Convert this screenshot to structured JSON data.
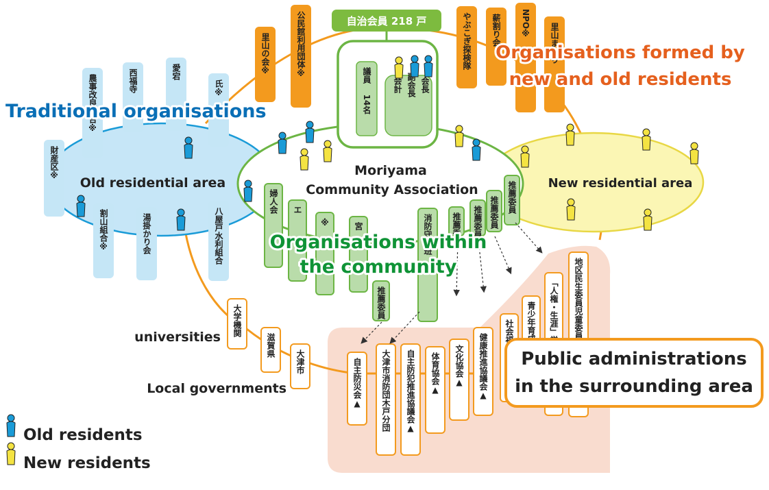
{
  "colors": {
    "orange": "#f39a1e",
    "green_line": "#6cb544",
    "green_box": "#b9dcaa",
    "green_badge": "#7dbb3f",
    "blue_box": "#c5e6f6",
    "blue_ellipse": "#c6e6f7",
    "yellow_ellipse": "#fbf6b4",
    "peach": "#f9dccf",
    "traditional_title": "#0a6fb6",
    "new_old_title": "#e5601e",
    "community_title": "#0f9336",
    "old_resident": "#1a9bd7",
    "new_resident": "#f4e342"
  },
  "headings": {
    "traditional": "Traditional organisations",
    "new_old_line1": "Organisations formed by",
    "new_old_line2": "new and old residents",
    "within_line1": "Organisations within",
    "within_line2": "the community",
    "public_line1": "Public administrations",
    "public_line2": "in the surrounding area"
  },
  "ellipses": {
    "old_area": "Old residential area",
    "new_area": "New residential area",
    "center_line1": "Moriyama",
    "center_line2": "Community Association"
  },
  "labels": {
    "universities": "universities",
    "local_governments": "Local governments"
  },
  "legend": {
    "old": "Old residents",
    "new": "New residents"
  },
  "top_badge": "自治会員 218 戸",
  "council": {
    "members": "議員 14名",
    "members_a": "議員",
    "members_b": "14名",
    "chair": "会長",
    "vice_chair": "副会長",
    "accounting": "会計"
  },
  "traditional_orgs": [
    {
      "text": "財産区※"
    },
    {
      "text": "農事改良組合※"
    },
    {
      "text": "西福寺"
    },
    {
      "text": "愛宕"
    },
    {
      "text": "氏※"
    },
    {
      "text": "割山組合※"
    },
    {
      "text": "湯掛かり会"
    },
    {
      "text": "八屋戸水利組合"
    }
  ],
  "new_old_orgs": [
    {
      "text": "里山の会※"
    },
    {
      "text": "公民館利用団体※"
    },
    {
      "text": "やぶこぎ探検隊"
    },
    {
      "text": "薪割り会"
    },
    {
      "text": "NPO※"
    },
    {
      "text": "里山まつり"
    }
  ],
  "community_orgs": [
    {
      "text": "婦人会"
    },
    {
      "text": "エ"
    },
    {
      "text": "※"
    },
    {
      "text": "宮"
    },
    {
      "text": "消防守山班"
    },
    {
      "text": "推薦委員"
    },
    {
      "text": "推薦委員"
    },
    {
      "text": "推薦委員"
    },
    {
      "text": "推薦委員"
    },
    {
      "text": "推薦委員"
    }
  ],
  "universities_orgs": [
    {
      "text": "大学機関"
    }
  ],
  "government_orgs": [
    {
      "text": "滋賀県"
    },
    {
      "text": "大津市"
    }
  ],
  "public_orgs": [
    {
      "text": "自主防災会▲"
    },
    {
      "text": "大津市消防団木戸分団"
    },
    {
      "text": "自主防犯推進協議会▲"
    },
    {
      "text": "体育協会▲"
    },
    {
      "text": "文化協会▲"
    },
    {
      "text": "健康推進協議会▲"
    },
    {
      "text": "社会福祉"
    },
    {
      "text": "青少年育成"
    },
    {
      "text": "「人権・生涯」学習"
    },
    {
      "text": "地区民生委員児童委員"
    }
  ]
}
